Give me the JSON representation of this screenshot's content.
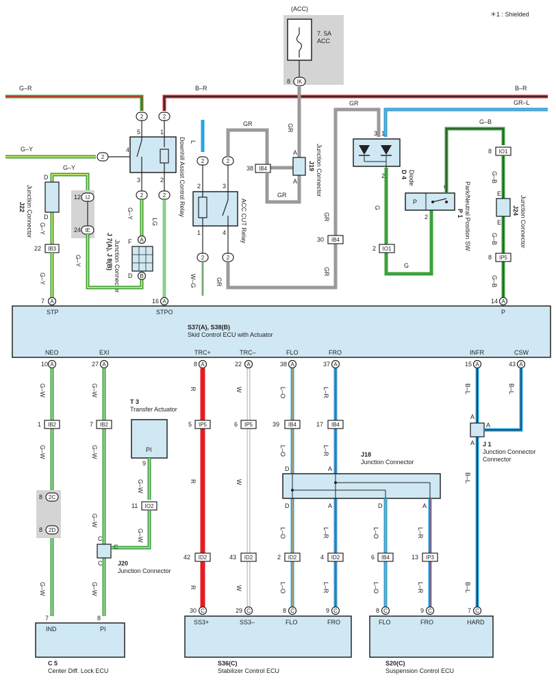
{
  "note": "＊1 : Shielded",
  "fuse": {
    "circuit": "(ACC)",
    "rating": "7. 5A",
    "name": "ACC",
    "pin": "8",
    "conn": "IK"
  },
  "main_ecu": {
    "code": "S37(A), S38(B)",
    "name": "Skid Control ECU with Actuator"
  },
  "wire_colors": {
    "G-R": "G–R",
    "B-R": "B–R",
    "G-Y": "G–Y",
    "GR": "GR",
    "GR-L": "GR–L",
    "G-B": "G–B",
    "L": "L",
    "LG": "LG",
    "W-G": "W–G",
    "G": "G",
    "G-W": "G–W",
    "R": "R",
    "W": "W",
    "L-O": "L–O",
    "L-R": "L–R",
    "B-L": "B–L"
  },
  "top_pins": [
    {
      "num": "7",
      "pin": "A",
      "label": "STP"
    },
    {
      "num": "16",
      "pin": "A",
      "label": "STPO"
    },
    {
      "num": "14",
      "pin": "A",
      "label": "P"
    }
  ],
  "bottom_pins": [
    {
      "num": "10",
      "pin": "A",
      "label": "NEO"
    },
    {
      "num": "27",
      "pin": "A",
      "label": "EXI"
    },
    {
      "num": "8",
      "pin": "A",
      "label": "TRC+"
    },
    {
      "num": "22",
      "pin": "A",
      "label": "TRC–"
    },
    {
      "num": "38",
      "pin": "A",
      "label": "FLO"
    },
    {
      "num": "37",
      "pin": "A",
      "label": "FRO"
    },
    {
      "num": "15",
      "pin": "A",
      "label": "INFR"
    },
    {
      "num": "43",
      "pin": "A",
      "label": "CSW"
    }
  ],
  "components": {
    "relay1": {
      "name": "Downhill Assist Control Relay"
    },
    "relay2": {
      "name": "ACC CUT Relay"
    },
    "j19": {
      "code": "J19",
      "name": "Junction Connector"
    },
    "d4": {
      "code": "D 4",
      "name": "Diode"
    },
    "p1": {
      "code": "P 1",
      "name": "Park/Neutral Position SW",
      "letter": "P"
    },
    "j24": {
      "code": "J24",
      "name": "Junction Connector"
    },
    "j22": {
      "code": "J22",
      "name": "Junction Connector"
    },
    "j7": {
      "code": "J 7(A), J 8(B)",
      "name": "Junction Connector"
    },
    "t3": {
      "code": "T 3",
      "name": "Transfer Actuator",
      "pin": "PI"
    },
    "j20": {
      "code": "J20",
      "name": "Junction Connector"
    },
    "j18": {
      "code": "J18",
      "name": "Junction Connector"
    },
    "j1": {
      "code": "J 1",
      "name": "Junction Connector"
    }
  },
  "connectors": {
    "IB3": "IB3",
    "IB4": "IB4",
    "IO1": "IO1",
    "IP5": "IP5",
    "IB2": "IB2",
    "IO2": "IO2",
    "ID2": "ID2",
    "IP3": "IP3",
    "IJ": "IJ",
    "IE": "IE",
    "2C": "2C",
    "2D": "2D"
  },
  "ecus": [
    {
      "code": "C 5",
      "name": "Center Diff. Lock ECU",
      "pins": [
        {
          "num": "7",
          "label": "IND"
        },
        {
          "num": "8",
          "label": "PI"
        }
      ]
    },
    {
      "code": "S36(C)",
      "name": "Stabilizer Control ECU",
      "pins": [
        {
          "num": "30",
          "label": "SS3+"
        },
        {
          "num": "29",
          "label": "SS3–"
        },
        {
          "num": "8",
          "label": "FLO"
        },
        {
          "num": "9",
          "label": "FRO"
        }
      ]
    },
    {
      "code": "S20(C)",
      "name": "Suspension Control ECU",
      "pins": [
        {
          "num": "8",
          "label": "FLO"
        },
        {
          "num": "9",
          "label": "FRO"
        },
        {
          "num": "7",
          "label": "HARD"
        }
      ]
    }
  ],
  "colors": {
    "green": "#3aa13a",
    "yellow": "#eef07a",
    "red": "#e31e24",
    "gray": "#9a9a9a",
    "blue": "#2aa3e0",
    "ecu_fill": "#cfe8f4",
    "shade": "#d4d4d4",
    "orange": "#f0a030"
  }
}
